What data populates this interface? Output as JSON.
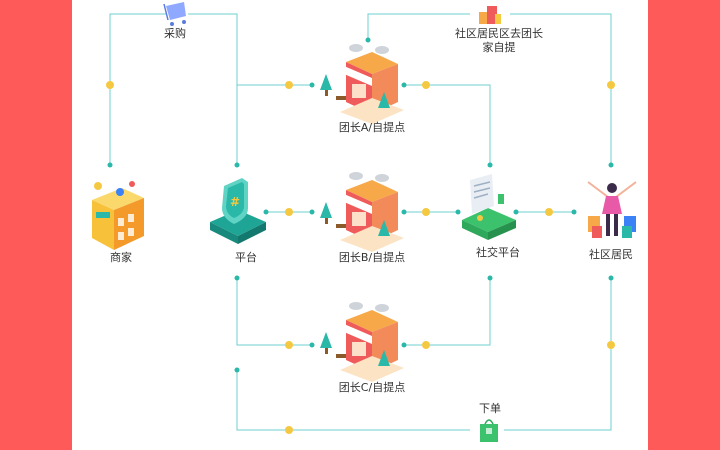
{
  "colors": {
    "background": "#fe5a5a",
    "canvas": "#ffffff",
    "line": "#6fcfcf",
    "dot": "#f5c842",
    "teal_dot": "#2ab8a8",
    "shop_red": "#ef5b5b",
    "shop_orange": "#f7a94a",
    "platform_teal": "#2ab8a8",
    "social_green": "#3cc26c",
    "merchant_yellow": "#f7c23a"
  },
  "nodes": {
    "merchant": {
      "label": "商家",
      "icon": "merchant-building-icon"
    },
    "platform": {
      "label": "平台",
      "icon": "platform-shield-icon"
    },
    "leader_a": {
      "label": "团长A/自提点",
      "icon": "storefront-icon"
    },
    "leader_b": {
      "label": "团长B/自提点",
      "icon": "storefront-icon"
    },
    "leader_c": {
      "label": "团长C/自提点",
      "icon": "storefront-icon"
    },
    "social_platform": {
      "label": "社交平台",
      "icon": "social-board-icon"
    },
    "residents": {
      "label": "社区居民",
      "icon": "shopper-icon"
    }
  },
  "edges": {
    "purchase": {
      "label": "采购",
      "icon": "shopping-cart-icon"
    },
    "pickup": {
      "label_line1": "社区居民区去团长",
      "label_line2": "家自提",
      "icon": "gift-boxes-icon"
    },
    "order": {
      "label": "下单",
      "icon": "shopping-bag-icon"
    }
  }
}
